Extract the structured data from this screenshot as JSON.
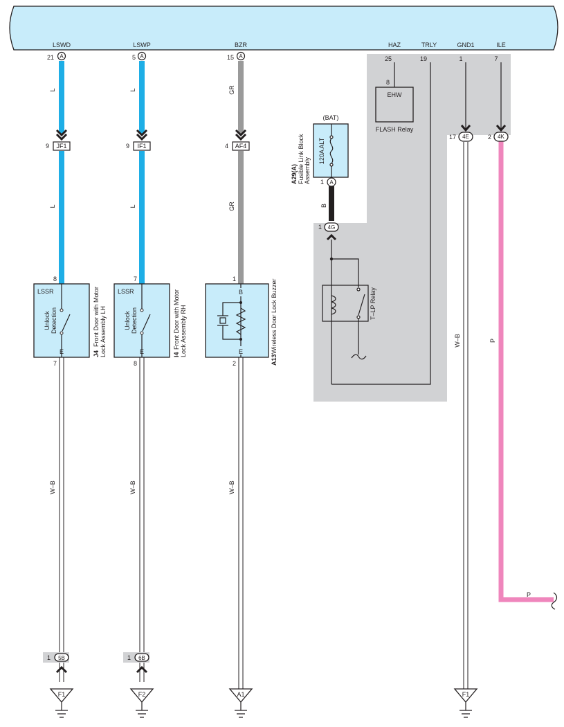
{
  "colors": {
    "ecu_fill": "#c8ecfa",
    "wire_L": "#1eaee6",
    "wire_GR": "#9a9a9a",
    "wire_B": "#231f20",
    "wire_P": "#ef86bc",
    "shade": "#d1d2d4",
    "component_fill": "#c8ecfa"
  },
  "ecu": {
    "pins": [
      {
        "name": "LSWD",
        "num": "21",
        "conn": "A"
      },
      {
        "name": "LSWP",
        "num": "5",
        "conn": "A"
      },
      {
        "name": "BZR",
        "num": "15",
        "conn": "A"
      },
      {
        "name": "HAZ",
        "num": "25"
      },
      {
        "name": "TRLY",
        "num": "19"
      },
      {
        "name": "GND1",
        "num": "1"
      },
      {
        "name": "ILE",
        "num": "7"
      }
    ]
  },
  "wires": {
    "lswd_upper": "L",
    "lswd_lower": "L",
    "lswp_upper": "L",
    "lswp_lower": "L",
    "bzr_upper": "GR",
    "bzr_lower": "GR",
    "bat_wire": "B",
    "wb_1": "W–B",
    "wb_2": "W–B",
    "wb_3": "W–B",
    "wb_4": "W–B",
    "p_vert": "P",
    "p_horiz": "P"
  },
  "junctions": {
    "jf1": {
      "num": "9",
      "label": "JF1"
    },
    "if1": {
      "num": "9",
      "label": "IF1"
    },
    "af4": {
      "num": "4",
      "label": "AF4"
    },
    "c4e": {
      "num": "17",
      "label": "4E"
    },
    "c4k": {
      "num": "2",
      "label": "4K"
    },
    "c4g": {
      "num": "1",
      "label": "4G"
    },
    "c5b": {
      "num": "1",
      "label": "5B"
    },
    "c6b": {
      "num": "1",
      "label": "6B"
    }
  },
  "j4": {
    "top_pin": "8",
    "bottom_pin": "7",
    "switch_name": "LSSR",
    "detect": [
      "Unlock",
      "Detection"
    ],
    "terminal": "E",
    "code": "J4",
    "title": [
      "Front Door with Motor",
      "Lock Assembly LH"
    ]
  },
  "i4": {
    "top_pin": "7",
    "bottom_pin": "8",
    "switch_name": "LSSR",
    "detect": [
      "Unlock",
      "Detection"
    ],
    "terminal": "E",
    "code": "I4",
    "title": [
      "Front Door with Motor",
      "Lock Assembly RH"
    ]
  },
  "a13": {
    "top_pin": "1",
    "bottom_pin": "2",
    "top_term": "B",
    "bottom_term": "E",
    "code": "A13",
    "title": "Wireless Door Lock Buzzer"
  },
  "fusible": {
    "bat": "(BAT)",
    "fuse": "120A ALT",
    "code": "A29(A)",
    "title": [
      "Fusible Link Block",
      "Assembly"
    ],
    "pin": "1",
    "conn": "A"
  },
  "flash_relay": {
    "pin": "8",
    "label": "EHW",
    "name": "FLASH Relay"
  },
  "tlp_relay": {
    "name": "T–LP Relay"
  },
  "grounds": [
    "F1",
    "F2",
    "A1",
    "F1"
  ]
}
